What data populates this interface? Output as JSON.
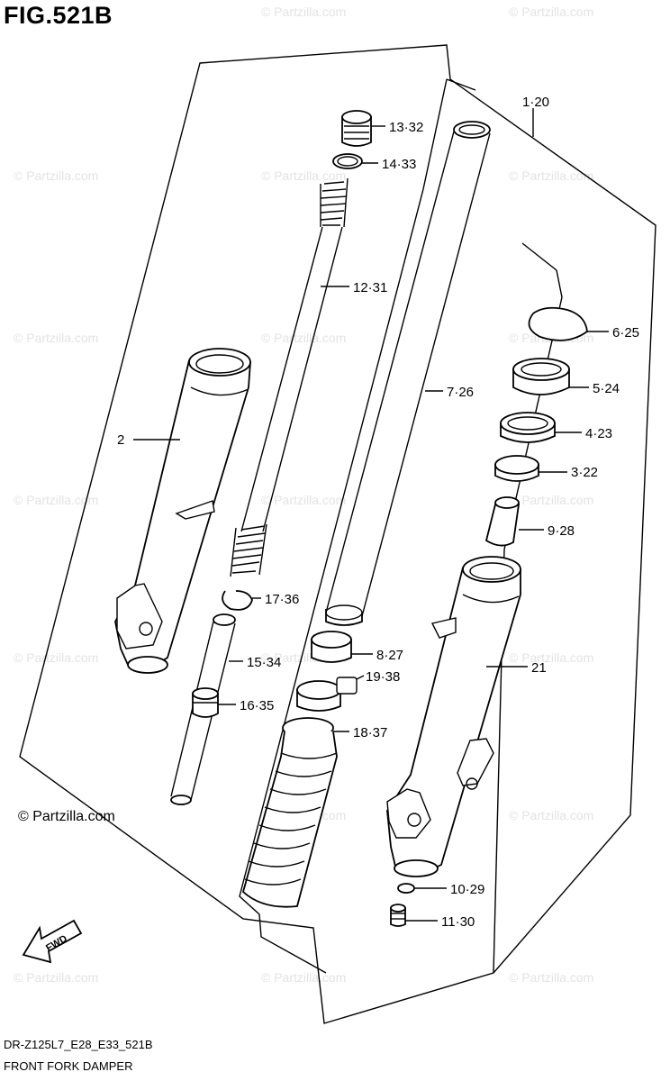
{
  "figure_title": "FIG.521B",
  "footer": {
    "model_code": "DR-Z125L7_E28_E33_521B",
    "diagram_name": "FRONT FORK DAMPER"
  },
  "copyright": "© Partzilla.com",
  "watermark_text": "© Partzilla.com",
  "fwd_label": "FWD",
  "callouts": {
    "c1": "1·20",
    "c2": "2",
    "c3": "3·22",
    "c4": "4·23",
    "c5": "5·24",
    "c6": "6·25",
    "c7": "7·26",
    "c8": "8·27",
    "c9": "9·28",
    "c10": "10·29",
    "c11": "11·30",
    "c12": "12·31",
    "c13": "13·32",
    "c14": "14·33",
    "c15": "15·34",
    "c16": "16·35",
    "c17": "17·36",
    "c18": "18·37",
    "c19": "19·38",
    "c21": "21"
  },
  "colors": {
    "line": "#000000",
    "watermark": "#e3e3e3",
    "background": "#ffffff"
  }
}
